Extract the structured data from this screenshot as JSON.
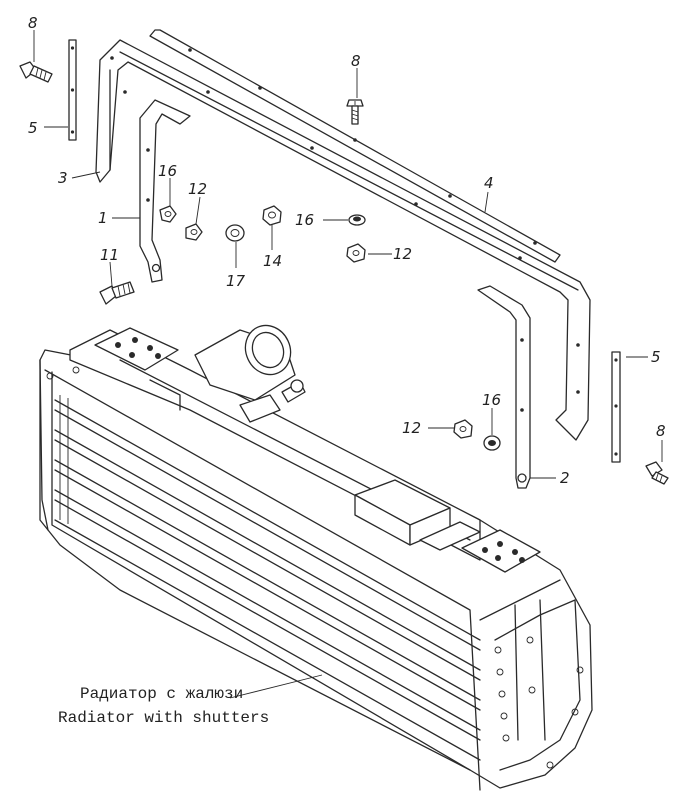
{
  "callouts": {
    "c8_top_left": "8",
    "c5_left": "5",
    "c3": "3",
    "c1": "1",
    "c16_left": "16",
    "c12_left": "12",
    "c11": "11",
    "c17": "17",
    "c14": "14",
    "c8_top_mid": "8",
    "c4": "4",
    "c16_mid": "16",
    "c12_mid": "12",
    "c5_right": "5",
    "c16_right": "16",
    "c12_right": "12",
    "c2": "2",
    "c8_right": "8"
  },
  "caption": {
    "ru": "Радиатор с жалюзи",
    "en": "Radiator with shutters"
  }
}
